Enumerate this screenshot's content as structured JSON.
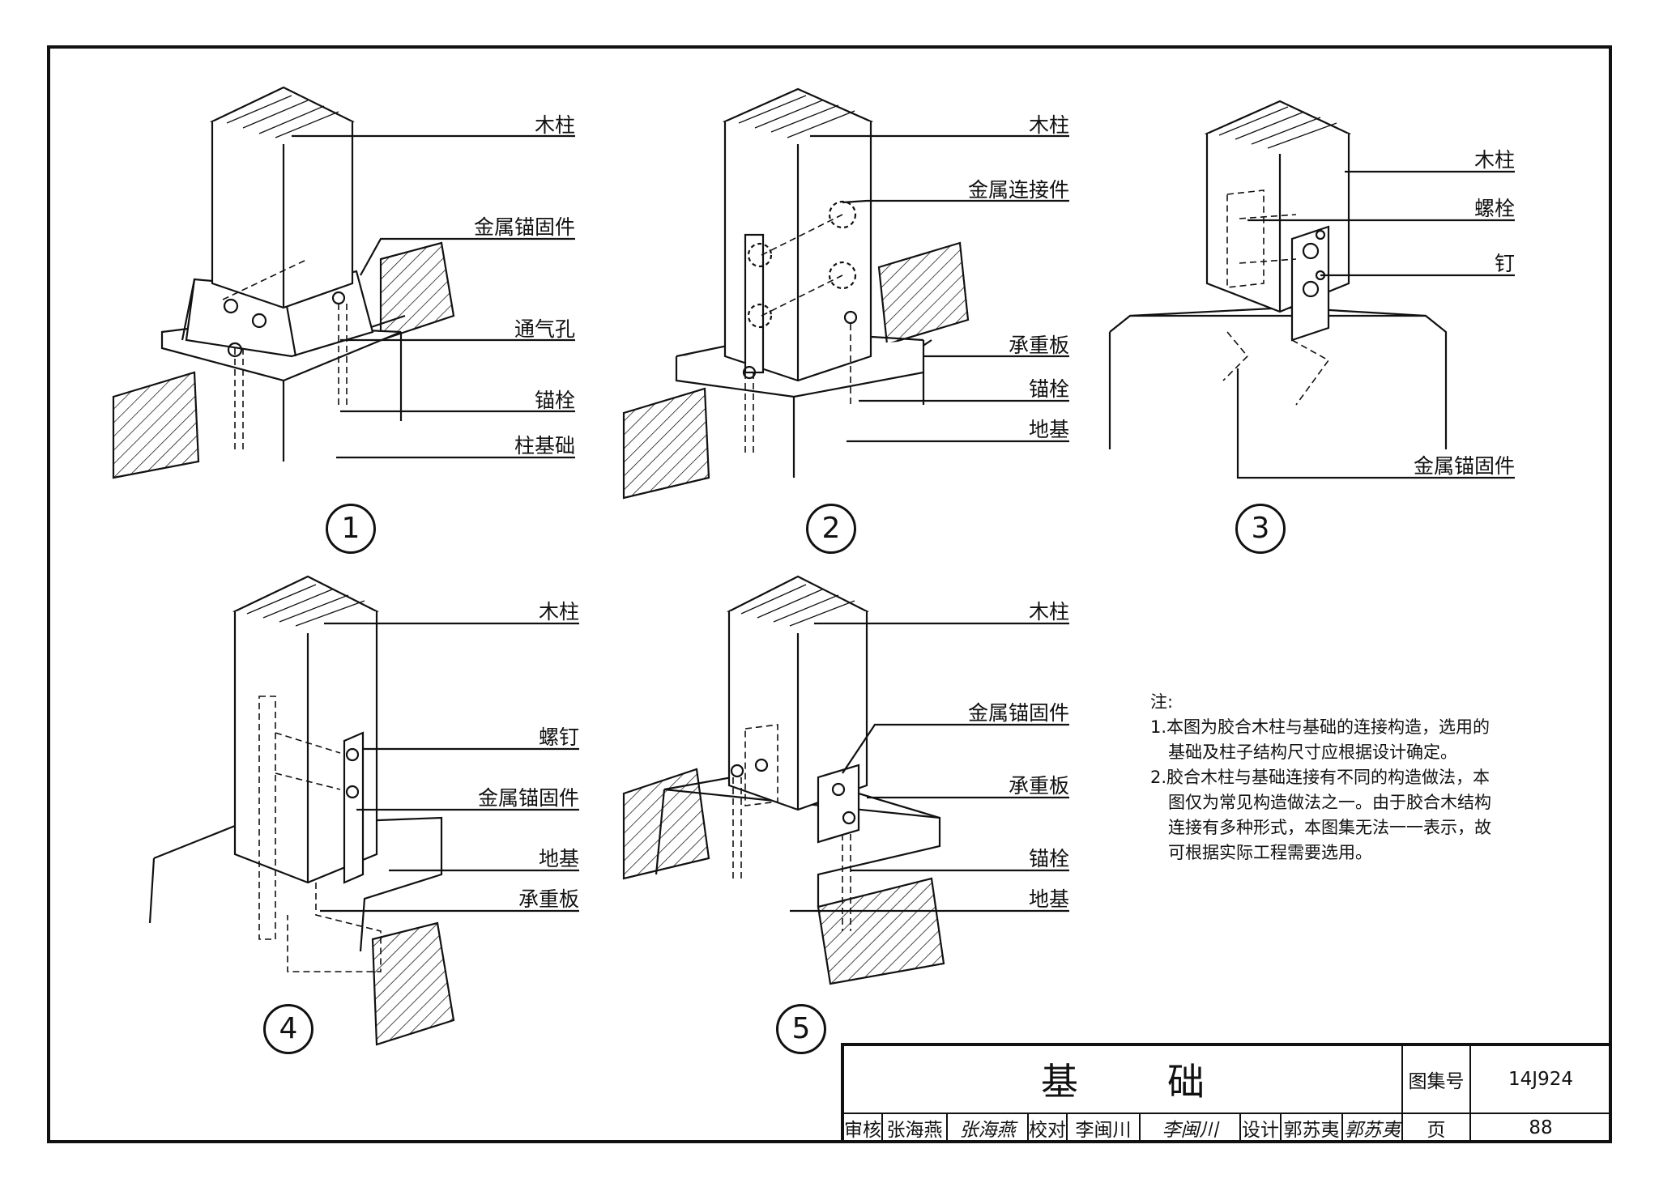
{
  "figure1": {
    "num": "1",
    "labels": {
      "post": "木柱",
      "anchor": "金属锚固件",
      "vent": "通气孔",
      "bolt": "锚栓",
      "base": "柱基础"
    }
  },
  "figure2": {
    "num": "2",
    "labels": {
      "post": "木柱",
      "connector": "金属连接件",
      "plate": "承重板",
      "bolt": "锚栓",
      "ground": "地基"
    }
  },
  "figure3": {
    "num": "3",
    "labels": {
      "post": "木柱",
      "screw": "螺栓",
      "nail": "钉",
      "anchor": "金属锚固件"
    }
  },
  "figure4": {
    "num": "4",
    "labels": {
      "post": "木柱",
      "screw": "螺钉",
      "anchor": "金属锚固件",
      "ground": "地基",
      "plate": "承重板"
    }
  },
  "figure5": {
    "num": "5",
    "labels": {
      "post": "木柱",
      "anchor": "金属锚固件",
      "plate": "承重板",
      "bolt": "锚栓",
      "ground": "地基"
    }
  },
  "notes": {
    "heading": "注:",
    "n1a": "1.本图为胶合木柱与基础的连接构造，选用的",
    "n1b": "基础及柱子结构尺寸应根据设计确定。",
    "n2a": "2.胶合木柱与基础连接有不同的构造做法，本",
    "n2b": "图仅为常见构造做法之一。由于胶合木结构",
    "n2c": "连接有多种形式，本图集无法一一表示，故",
    "n2d": "可根据实际工程需要选用。"
  },
  "title_block": {
    "title": "基础",
    "atlas_label": "图集号",
    "atlas_no": "14J924",
    "review_label": "审核",
    "reviewer": "张海燕",
    "reviewer_sig": "张海燕",
    "check_label": "校对",
    "checker": "李闽川",
    "checker_sig": "李闽川",
    "design_label": "设计",
    "designer": "郭苏夷",
    "designer_sig": "郭苏夷",
    "page_label": "页",
    "page_no": "88"
  }
}
